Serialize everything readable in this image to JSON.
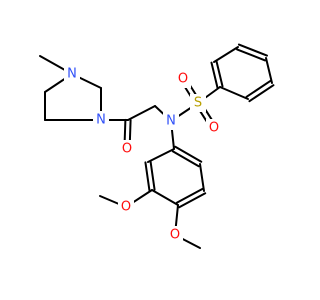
{
  "colors": {
    "background": "#ffffff",
    "bond": "#000000",
    "carbon": "#000000",
    "nitrogen": "#3050F8",
    "oxygen": "#FF0D0D",
    "sulfur": "#B8A000"
  },
  "atoms": {
    "n_piperazine_methyl": "N",
    "n_piperazine_amide": "N",
    "o_carbonyl": "O",
    "n_sulfonamide": "N",
    "s_sulfonyl": "S",
    "o_sulfonyl_left": "O",
    "o_sulfonyl_right": "O",
    "o_methoxy_meta": "O",
    "o_methoxy_para": "O"
  }
}
